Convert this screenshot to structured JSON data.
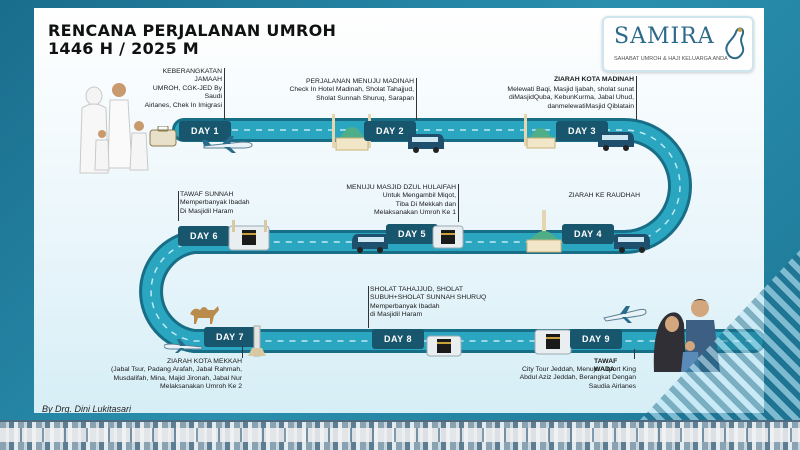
{
  "title": {
    "line1": "RENCANA PERJALANAN UMROH",
    "line2": "1446 H / 2025 M"
  },
  "logo": {
    "name": "SAMIRA",
    "tagline": "SAHABAT UMROH & HAJI KELUARGA ANDA"
  },
  "colors": {
    "road": "#2ba6c1",
    "road_dark": "#176e86",
    "day_badge": "#18566e",
    "background": "#1d7796"
  },
  "days": [
    {
      "label": "DAY 1",
      "note": "KEBERANGKATAN  JAMAAH\nUMROH,  CGK-JED  By Saudi\nAirlanes, Chek In Imigrasi"
    },
    {
      "label": "DAY 2",
      "note": "PERJALANAN MENUJU MADINAH\nCheck In Hotel Madinah,  Sholat Tahajjud,\nSholat Sunnah  Shuruq,  Sarapan"
    },
    {
      "label": "DAY 3",
      "title": "ZIARAH  KOTA MADINAH",
      "note": "Melewati Baqi, Masjid Ijabah, sholat sunat\ndiMasjidQuba,  KebunKurma,  Jabal Uhud,\ndanmelewatiMasjid  Qiblatain"
    },
    {
      "label": "DAY 4",
      "note": "ZIARAH  KE RAUDHAH"
    },
    {
      "label": "DAY 5",
      "note": "MENUJU MASJID DZUL HULAIFAH\nUntuk Mengambil Miqot,\nTiba Di Mekkah dan\nMelaksanakan  Umroh Ke 1"
    },
    {
      "label": "DAY 6",
      "note": "TAWAF SUNNAH\nMemperbanyak Ibadah\nDi Masjidil Haram"
    },
    {
      "label": "DAY 7",
      "note": "ZIARAH  KOTA MEKKAH\n(Jabal Tsur,  Padang Arafah,  Jabal Rahmah,\nMusdalifah,  Mina,  Majid Jironah,  Jabal Nur\nMelaksanakan  Umroh Ke 2"
    },
    {
      "label": "DAY 8",
      "note": "SHOLAT TAHAJJUD,  SHOLAT\nSUBUH+SHOLAT  SUNNAH SHURUQ\nMemperbanyak  Ibadah\ndi Masjidil  Haram"
    },
    {
      "label": "DAY 9",
      "title": "TAWAF WADA",
      "note": "City Tour Jeddah, Menuju Airport King\nAbdul Aziz Jeddah, Berangkat Dengan\nSaudia Airlanes"
    }
  ],
  "credit": "By Drg. Dini Lukitasari",
  "icons": [
    "airplane-icon",
    "bus-icon",
    "mosque-icon",
    "kaaba-icon",
    "camel-icon",
    "family-icon",
    "pilgrim-icon"
  ]
}
